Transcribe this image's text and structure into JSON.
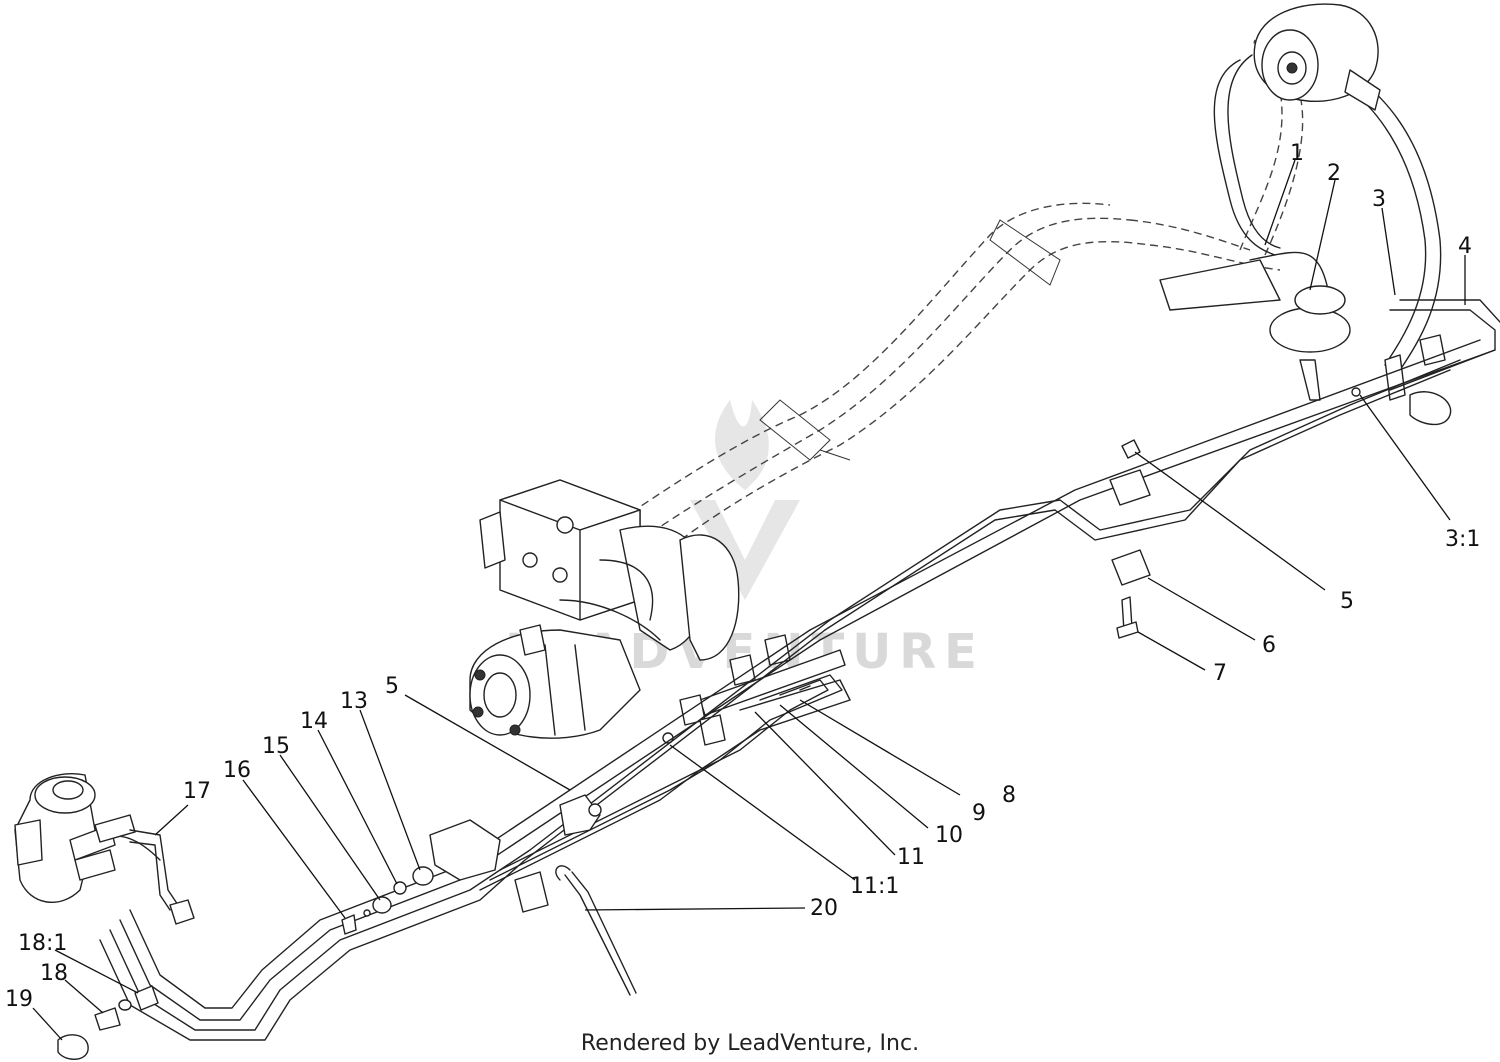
{
  "diagram": {
    "callouts": [
      {
        "id": "c1",
        "label": "1"
      },
      {
        "id": "c2",
        "label": "2"
      },
      {
        "id": "c3",
        "label": "3"
      },
      {
        "id": "c4",
        "label": "4"
      },
      {
        "id": "c3-1",
        "label": "3:1"
      },
      {
        "id": "c5a",
        "label": "5"
      },
      {
        "id": "c6",
        "label": "6"
      },
      {
        "id": "c7",
        "label": "7"
      },
      {
        "id": "c8",
        "label": "8"
      },
      {
        "id": "c9",
        "label": "9"
      },
      {
        "id": "c10",
        "label": "10"
      },
      {
        "id": "c11",
        "label": "11"
      },
      {
        "id": "c11-1",
        "label": "11:1"
      },
      {
        "id": "c20",
        "label": "20"
      },
      {
        "id": "c5b",
        "label": "5"
      },
      {
        "id": "c13",
        "label": "13"
      },
      {
        "id": "c14",
        "label": "14"
      },
      {
        "id": "c15",
        "label": "15"
      },
      {
        "id": "c16",
        "label": "16"
      },
      {
        "id": "c17",
        "label": "17"
      },
      {
        "id": "c18-1",
        "label": "18:1"
      },
      {
        "id": "c18",
        "label": "18"
      },
      {
        "id": "c19",
        "label": "19"
      }
    ],
    "watermark": "LEADVENTURE",
    "footer": "Rendered by LeadVenture, Inc."
  }
}
